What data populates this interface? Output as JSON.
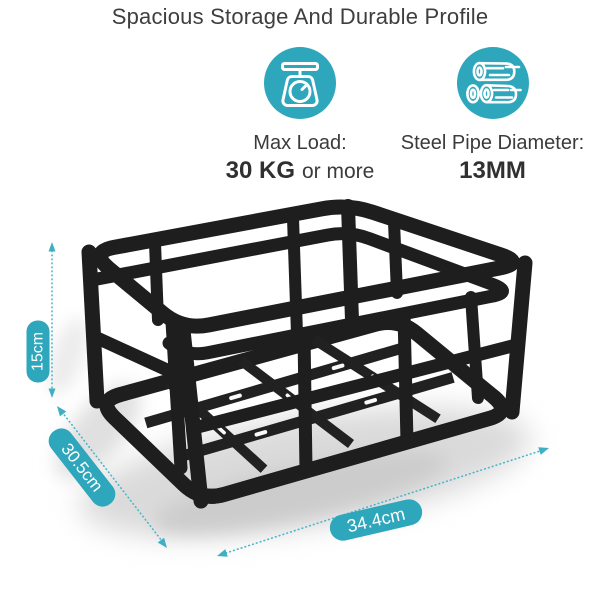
{
  "title": "Spacious Storage And Durable Profile",
  "colors": {
    "accent_teal": "#2ea6bb",
    "dimension_teal": "#45b6c8",
    "text_dark": "#3e3e3e",
    "basket_black": "#1e1e1e"
  },
  "features": [
    {
      "icon": "scale-icon",
      "label": "Max Load:",
      "value": "30 KG",
      "suffix": "or more"
    },
    {
      "icon": "logs-icon",
      "label": "Steel Pipe Diameter:",
      "value": "13MM",
      "suffix": ""
    }
  ],
  "dimensions": {
    "height": "15cm",
    "side_depth": "30.5cm",
    "front_width": "34.4cm"
  }
}
